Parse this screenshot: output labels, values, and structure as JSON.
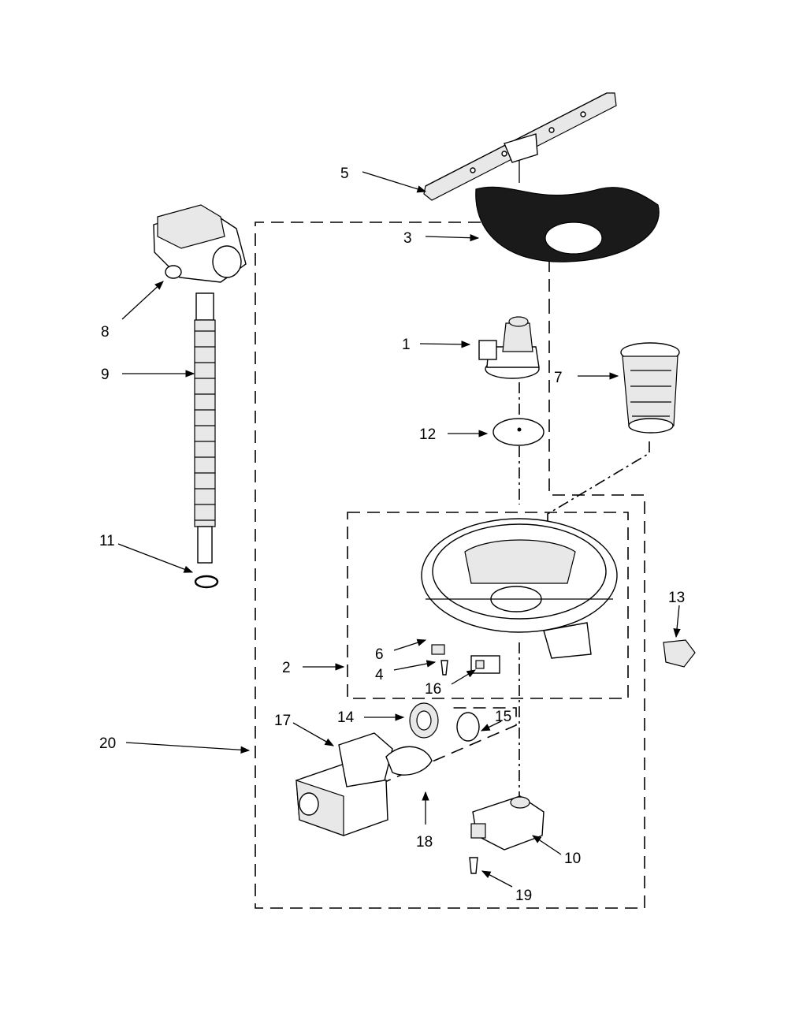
{
  "callouts": [
    {
      "id": "1",
      "label": "1"
    },
    {
      "id": "2",
      "label": "2"
    },
    {
      "id": "3",
      "label": "3"
    },
    {
      "id": "4",
      "label": "4"
    },
    {
      "id": "5",
      "label": "5"
    },
    {
      "id": "6",
      "label": "6"
    },
    {
      "id": "7",
      "label": "7"
    },
    {
      "id": "8",
      "label": "8"
    },
    {
      "id": "9",
      "label": "9"
    },
    {
      "id": "10",
      "label": "10"
    },
    {
      "id": "11",
      "label": "11"
    },
    {
      "id": "12",
      "label": "12"
    },
    {
      "id": "13",
      "label": "13"
    },
    {
      "id": "14",
      "label": "14"
    },
    {
      "id": "15",
      "label": "15"
    },
    {
      "id": "16",
      "label": "16"
    },
    {
      "id": "17",
      "label": "17"
    },
    {
      "id": "18",
      "label": "18"
    },
    {
      "id": "19",
      "label": "19"
    },
    {
      "id": "20",
      "label": "20"
    }
  ],
  "colors": {
    "ink": "#000000",
    "paper": "#ffffff",
    "gasket": "#1a1a1a"
  }
}
